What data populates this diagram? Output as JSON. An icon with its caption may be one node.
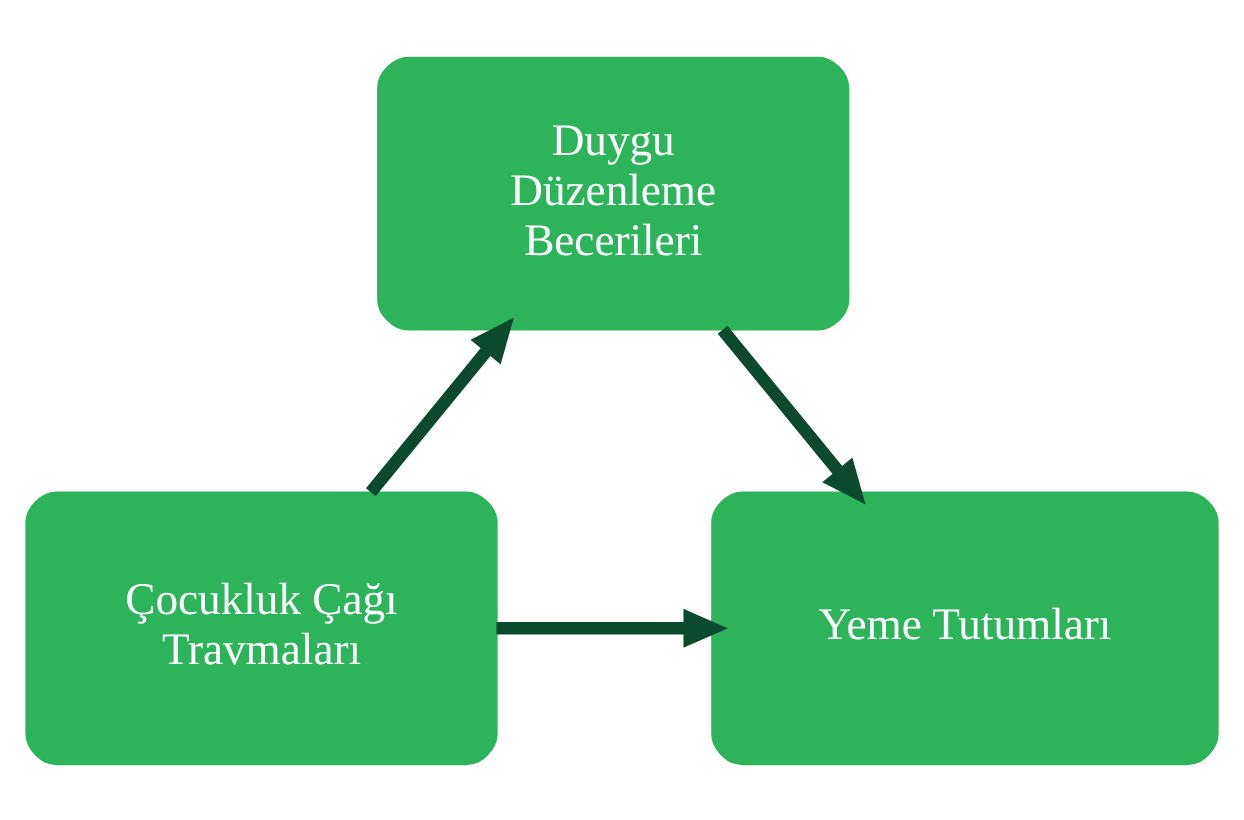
{
  "diagram": {
    "nodes": [
      {
        "text": [
          "Duygu Düzenleme Becerileri"
        ]
      },
      {
        "text": [
          "Çocukluk Çağı Travmaları"
        ]
      },
      {
        "text": [
          "Yeme Tutumları"
        ]
      }
    ],
    "edges": [
      {
        "from": 1,
        "to": 0,
        "arrow": "to"
      },
      {
        "from": 0,
        "to": 2,
        "arrow": "to"
      },
      {
        "from": 1,
        "to": 2,
        "arrow": "to"
      }
    ]
  }
}
